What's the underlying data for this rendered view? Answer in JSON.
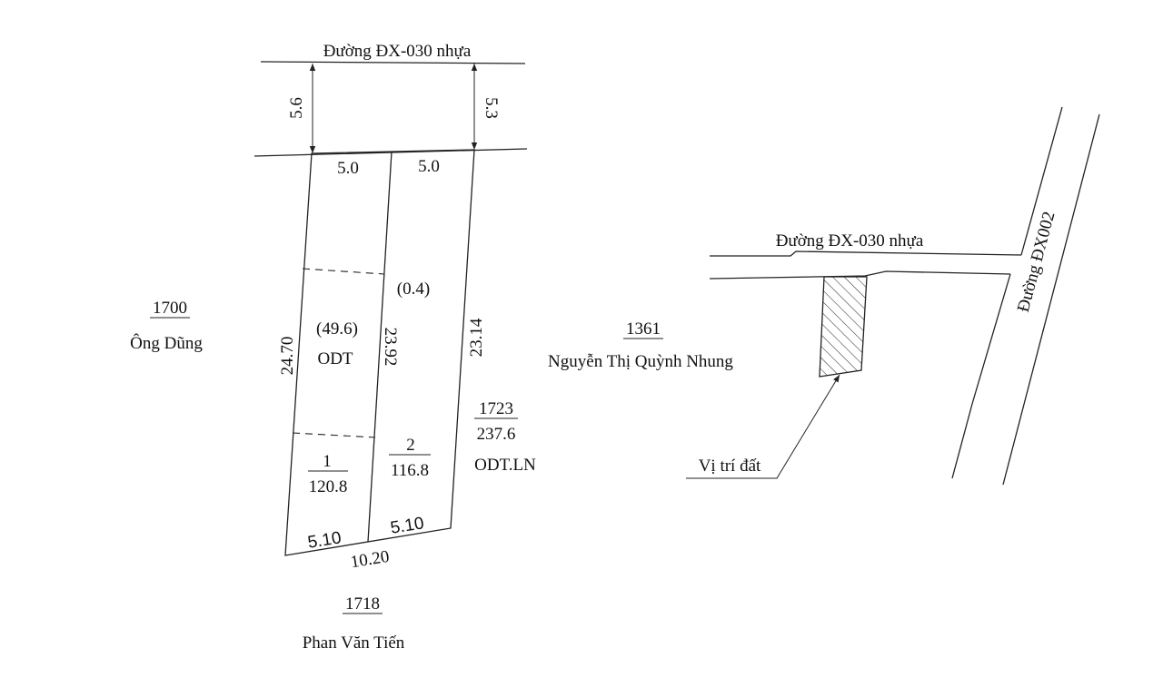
{
  "roads": {
    "top_road_label": "Đường ĐX-030 nhựa",
    "map_road_label": "Đường ĐX-030 nhựa",
    "side_road_label": "Đường ĐX002"
  },
  "setback": {
    "left": "5.6",
    "right": "5.3"
  },
  "front_widths": {
    "left": "5.0",
    "right": "5.0"
  },
  "side_lengths": {
    "left": "24.70",
    "middle": "23.92",
    "right": "23.14"
  },
  "areas": {
    "odt_area": "(49.6)",
    "odt_code": "ODT",
    "strip_area": "(0.4)"
  },
  "sub_lots": [
    {
      "number": "1",
      "area": "120.8"
    },
    {
      "number": "2",
      "area": "116.8"
    }
  ],
  "main_lot": {
    "number": "1723",
    "area": "237.6",
    "land_use": "ODT.LN"
  },
  "back_widths": {
    "left": "5.10",
    "right": "5.10",
    "total": "10.20"
  },
  "neighbors": {
    "west": {
      "number": "1700",
      "owner": "Ông Dũng"
    },
    "east": {
      "number": "1361",
      "owner": "Nguyễn Thị Quỳnh Nhung"
    },
    "south": {
      "number": "1718",
      "owner": "Phan Văn Tiến"
    }
  },
  "location": {
    "label": "Vị trí đất"
  }
}
